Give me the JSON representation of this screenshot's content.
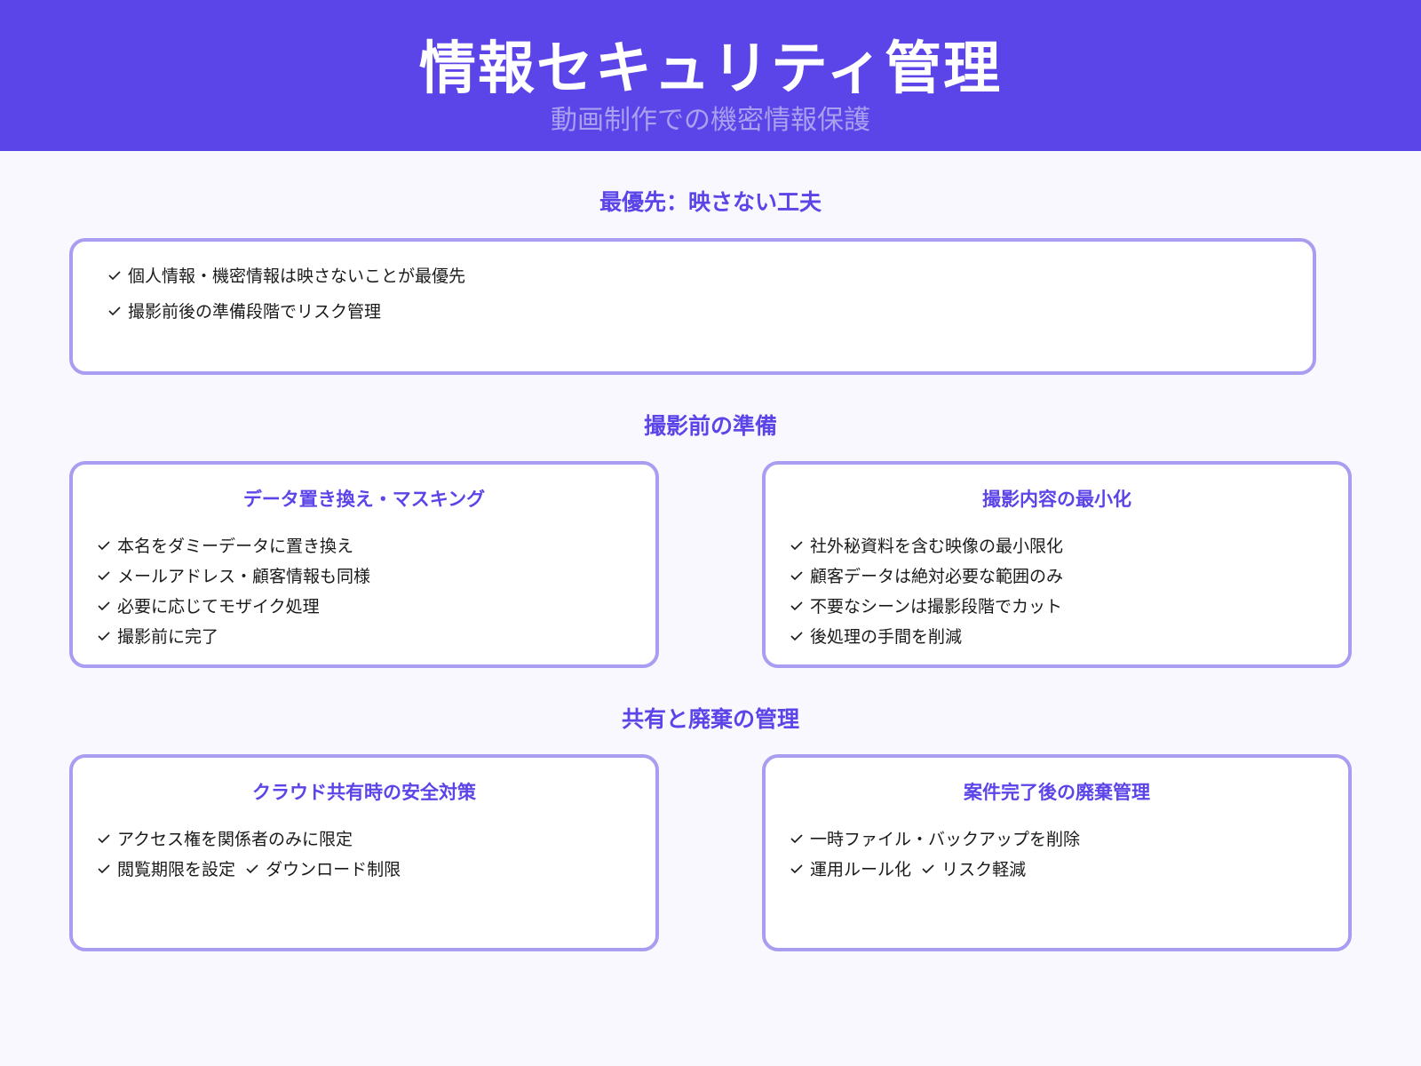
{
  "header": {
    "title": "情報セキュリティ管理",
    "subtitle": "動画制作での機密情報保護"
  },
  "colors": {
    "accent": "#5b45e8",
    "card_border": "#a89df0",
    "background": "#f8f8fe",
    "subtitle": "#a9a0f0"
  },
  "sections": [
    {
      "heading": "最優先：映さない工夫",
      "cards": [
        {
          "title": "",
          "items": [
            "個人情報・機密情報は映さないことが最優先",
            "撮影前後の準備段階でリスク管理"
          ]
        }
      ]
    },
    {
      "heading": "撮影前の準備",
      "cards": [
        {
          "title": "データ置き換え・マスキング",
          "items": [
            "本名をダミーデータに置き換え",
            "メールアドレス・顧客情報も同様",
            "必要に応じてモザイク処理",
            "撮影前に完了"
          ]
        },
        {
          "title": "撮影内容の最小化",
          "items": [
            "社外秘資料を含む映像の最小限化",
            "顧客データは絶対必要な範囲のみ",
            "不要なシーンは撮影段階でカット",
            "後処理の手間を削減"
          ]
        }
      ]
    },
    {
      "heading": "共有と廃棄の管理",
      "cards": [
        {
          "title": "クラウド共有時の安全対策",
          "items": [
            "アクセス権を関係者のみに限定",
            "閲覧期限を設定",
            "ダウンロード制限"
          ]
        },
        {
          "title": "案件完了後の廃棄管理",
          "items": [
            "一時ファイル・バックアップを削除",
            "運用ルール化",
            "リスク軽減"
          ]
        }
      ]
    }
  ]
}
